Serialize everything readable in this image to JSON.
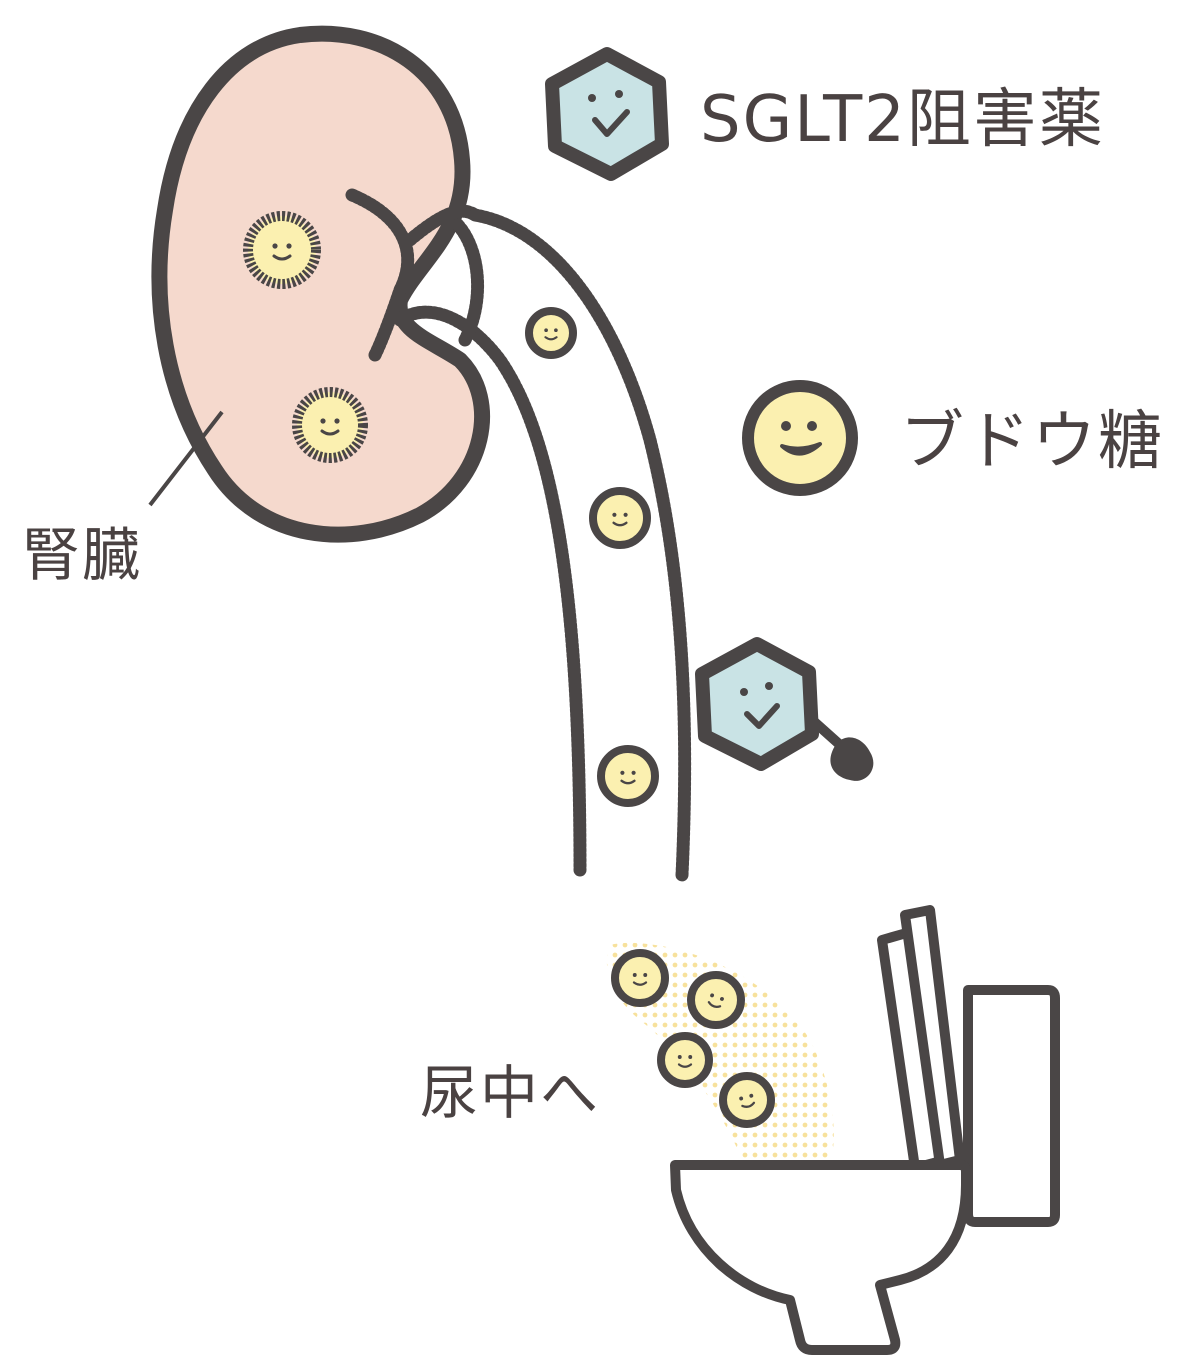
{
  "labels": {
    "sglt2_inhibitor": "SGLT2阻害薬",
    "glucose": "ブドウ糖",
    "kidney": "腎臓",
    "to_urine": "尿中へ"
  },
  "icons": {
    "kidney": "kidney-icon",
    "glucose": "smiling-glucose-icon",
    "sglt2": "hexagon-drug-icon",
    "toilet": "toilet-icon"
  },
  "colors": {
    "outline": "#4a4646",
    "kidney_fill": "#f5d9cd",
    "glucose_fill": "#fbf0b0",
    "drug_fill": "#c9e3e5",
    "dots": "#f6dc8a",
    "text": "#4a4242"
  }
}
